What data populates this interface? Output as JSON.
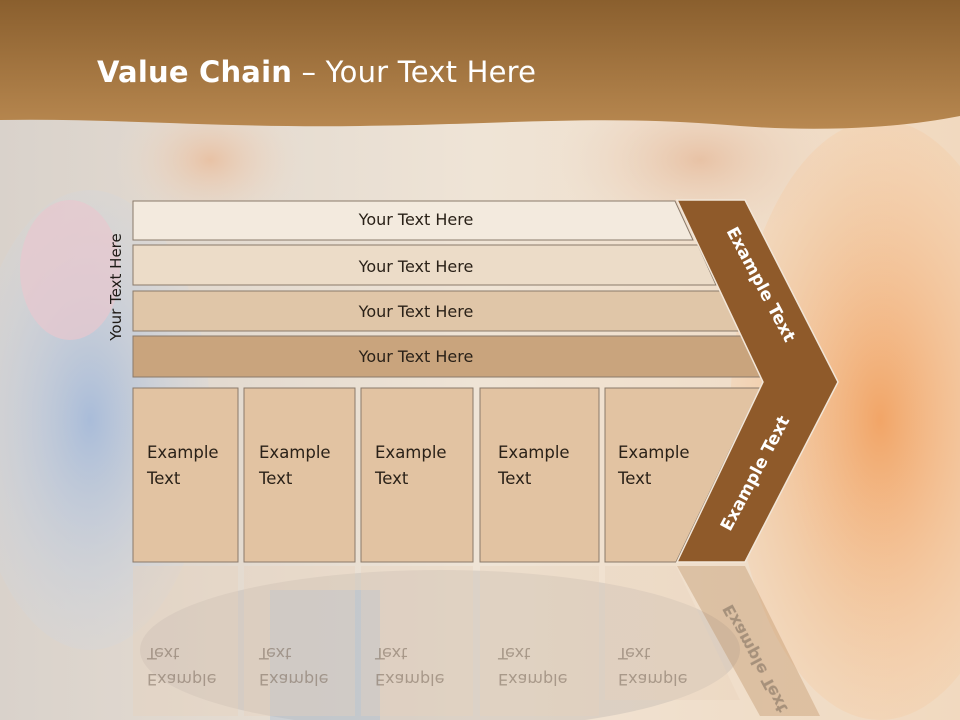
{
  "title": {
    "bold": "Value Chain",
    "rest": " – Your Text Here"
  },
  "side_label": "Your Text Here",
  "bars": [
    {
      "label": "Your Text Here"
    },
    {
      "label": "Your Text Here"
    },
    {
      "label": "Your Text Here"
    },
    {
      "label": "Your Text Here"
    }
  ],
  "columns": [
    {
      "line1": "Example",
      "line2": "Text"
    },
    {
      "line1": "Example",
      "line2": "Text"
    },
    {
      "line1": "Example",
      "line2": "Text"
    },
    {
      "line1": "Example",
      "line2": "Text"
    },
    {
      "line1": "Example",
      "line2": "Text"
    }
  ],
  "chevron": {
    "upper_label": "Example Text",
    "lower_label": "Example Text"
  },
  "colors": {
    "header": "#9a6a33",
    "chevron": "#8f5a2a",
    "bar1": "#f3eade",
    "bar2": "#ecdcc8",
    "bar3": "#e0c6a8",
    "bar4": "#c9a47d",
    "column": "#e2c3a2"
  }
}
